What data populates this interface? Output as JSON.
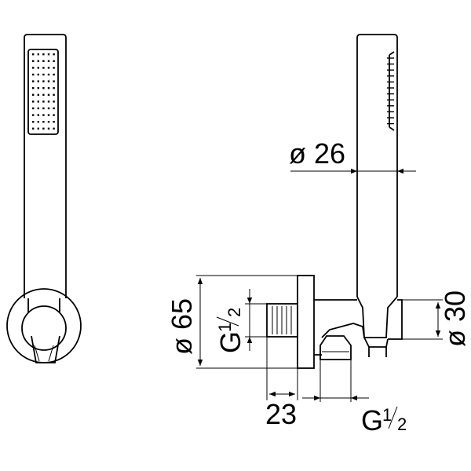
{
  "dimensions": {
    "handle_diameter": "ø 26",
    "flange_diameter": "ø 65",
    "holder_diameter": "ø 30",
    "thread_left": {
      "g": "G",
      "num": "1",
      "den": "2"
    },
    "thread_bottom": {
      "g": "G",
      "num": "1",
      "den": "2"
    },
    "outlet_offset": "23"
  }
}
